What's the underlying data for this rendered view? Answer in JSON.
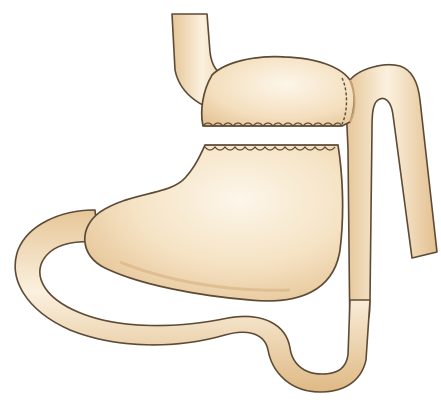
{
  "diagram": {
    "background": "#ffffff",
    "palette": {
      "tissue_light": "#fbf1df",
      "tissue_mid": "#f3ddba",
      "tissue_dark": "#e2be8c",
      "outline": "#5d4a35",
      "shadow": "#c9a272"
    },
    "parts": [
      "esophagus",
      "gastric-pouch",
      "staple-line",
      "remnant-stomach",
      "duodenum",
      "roux-limb",
      "anastomosis"
    ]
  }
}
